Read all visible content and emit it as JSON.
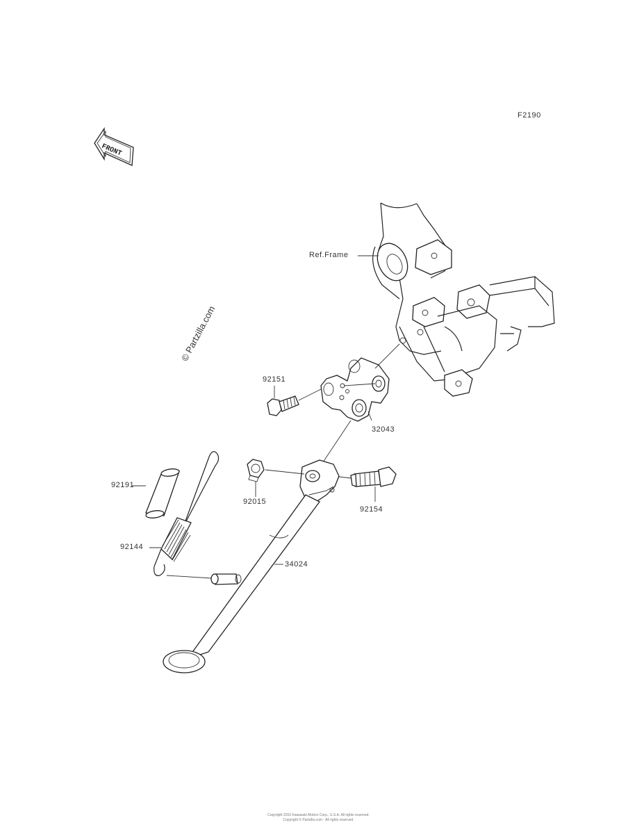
{
  "diagram": {
    "code": "F2190",
    "front_label": "FRONT",
    "ref_frame_label": "Ref.Frame",
    "watermark": "© Partzilla.com",
    "parts": [
      {
        "number": "92151"
      },
      {
        "number": "32043"
      },
      {
        "number": "92191"
      },
      {
        "number": "92015"
      },
      {
        "number": "92154"
      },
      {
        "number": "92144"
      },
      {
        "number": "34024"
      }
    ],
    "copyright_line1": "Copyright 2016 Kawasaki Motors Corp., U.S.A. All rights reserved.",
    "copyright_line2": "Copyright © Partzilla.com - All rights reserved."
  }
}
